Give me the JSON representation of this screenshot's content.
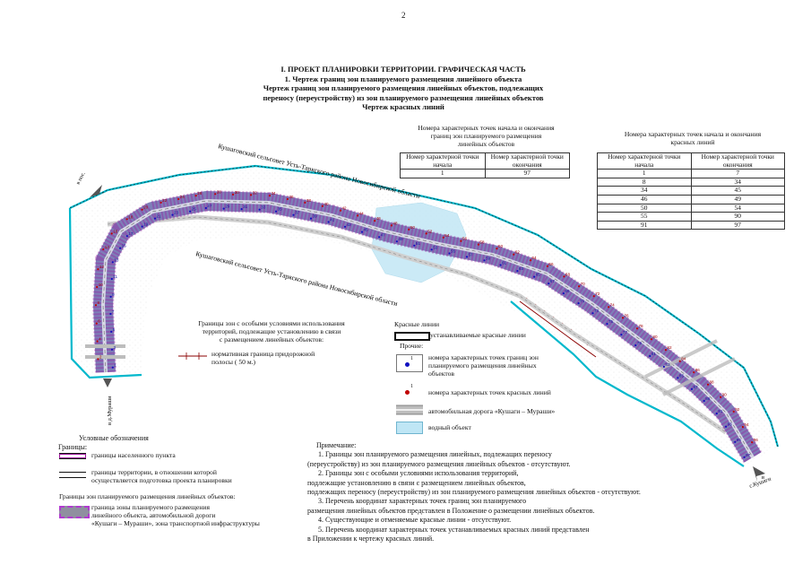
{
  "page_number": "2",
  "titles": [
    "I. ПРОЕКТ ПЛАНИРОВКИ ТЕРРИТОРИИ. ГРАФИЧЕСКАЯ ЧАСТЬ",
    "1. Чертеж  границ зон планируемого размещения линейного объекта",
    "Чертеж  границ зон планируемого размещения линейных объектов, подлежащих",
    "переносу (переустройству) из зон планируемого размещения линейных объектов",
    "Чертеж красных линий"
  ],
  "table1": {
    "caption": [
      "Номера характерных точек начала и окончания",
      "границ зон планируемого размещения",
      "линейных объектов"
    ],
    "headers": [
      [
        "Номер характерной точки",
        "начала"
      ],
      [
        "Номер характерной точки",
        "окончания"
      ]
    ],
    "rows": [
      [
        "1",
        "97"
      ]
    ]
  },
  "table2": {
    "caption": [
      "Номера характерных точек начала и окончания",
      "красных линий"
    ],
    "headers": [
      [
        "Номер характерной точки",
        "начала"
      ],
      [
        "Номер характерной точки",
        "окончания"
      ]
    ],
    "rows": [
      [
        "1",
        "7"
      ],
      [
        "8",
        "34"
      ],
      [
        "34",
        "45"
      ],
      [
        "46",
        "49"
      ],
      [
        "50",
        "54"
      ],
      [
        "55",
        "90"
      ],
      [
        "91",
        "97"
      ]
    ]
  },
  "map_labels": {
    "settlement_top": "Кушаговский сельсовет Усть-Таркского района Новосибирской области",
    "settlement_bottom": "Кушаговский сельсовет Усть-Таркского района Новосибирской области",
    "dir_topleft": "в пос.",
    "dir_bottomleft": "в д.Мураши",
    "dir_right_1": "в",
    "dir_right_2": "с.Кушаги"
  },
  "point_labels": [
    "1",
    "2",
    "3",
    "4",
    "5",
    "6",
    "7",
    "8",
    "9",
    "10",
    "11",
    "12",
    "13",
    "14",
    "15",
    "16",
    "17",
    "18",
    "19",
    "20",
    "21",
    "22",
    "23",
    "24",
    "25",
    "26",
    "27",
    "28",
    "29",
    "30",
    "31",
    "32",
    "33",
    "34",
    "35",
    "36",
    "37",
    "38",
    "39",
    "40",
    "41",
    "42",
    "43",
    "44",
    "45",
    "46",
    "47",
    "48",
    "49",
    "50",
    "51",
    "52",
    "53",
    "54",
    "55",
    "56",
    "57",
    "58",
    "59",
    "60",
    "61",
    "62",
    "63",
    "64",
    "65",
    "66",
    "67",
    "68",
    "69",
    "70",
    "71",
    "72",
    "73",
    "74",
    "75",
    "76",
    "77",
    "78",
    "79",
    "80",
    "81",
    "82",
    "83",
    "84",
    "85",
    "86",
    "87",
    "88",
    "89",
    "90",
    "91",
    "92",
    "93",
    "94",
    "95",
    "96",
    "97"
  ],
  "mid_legend": {
    "zone_title": [
      "Границы зон с особыми условиями использования",
      "территорий, подлежащие установлению в связи",
      "с размещением линейных объектов:"
    ],
    "roadside_label": [
      "нормативная граница придорожной",
      "полосы ( 50 м.)"
    ],
    "red_lines_title": "Красные линии",
    "red_lines_item": "устанавливаемые красные линии",
    "other_title": "Прочие:",
    "blue_points": [
      "номера характерных точек границ зон",
      "планируемого размещения линейных",
      "объектов"
    ],
    "red_points": "номера характерных точек красных линий",
    "road": "автомобильная дорога «Кушаги – Мураши»",
    "water": "водный объект",
    "blue_marker": "1",
    "red_marker": "1"
  },
  "legend": {
    "title": "Условные обозначения",
    "borders_title": "Границы:",
    "settlement": "границы населенного пункта",
    "territory": [
      "границы территории, в отношении которой",
      "осуществляется подготовка проекта планировки"
    ],
    "zones_title": "Границы зон планируемого размещения линейных объектов:",
    "zone_item": [
      "граница зоны планируемого размещения",
      "линейного объекта, автомобильной дороги",
      "«Кушаги – Мураши», зона транспортной инфраструктуры"
    ]
  },
  "notes": {
    "title": "Примечание:",
    "lines": [
      "1. Границы зон планируемого размещения линейных, подлежащих переносу",
      "(переустройству) из зон планируемого размещения линейных объектов - отсутствуют.",
      "2. Границы зон с особыми условиями использования территорий,",
      "подлежащие установлению в связи с размещением линейных объектов,",
      "подлежащих переносу (переустройству) из зон планируемого размещения линейных объектов - отсутствуют.",
      "3. Перечень координат характерных точек границ зон планируемого",
      "размещения линейных объектов  представлен в Положение о размещении линейных объектов.",
      "4. Существующие  и отменяемые красные линии - отсутствуют.",
      "5. Перечень координат характерных точек устанавливаемых красных линий представлен",
      "в Приложении к чертежу красных линий."
    ]
  },
  "colors": {
    "corridor": "#7e7fb8",
    "zone_border": "#9b159b",
    "red_line": "#8b0000",
    "territory": "#00b8cc",
    "water": "#bfe6f5",
    "road": "#d9d9d9"
  }
}
